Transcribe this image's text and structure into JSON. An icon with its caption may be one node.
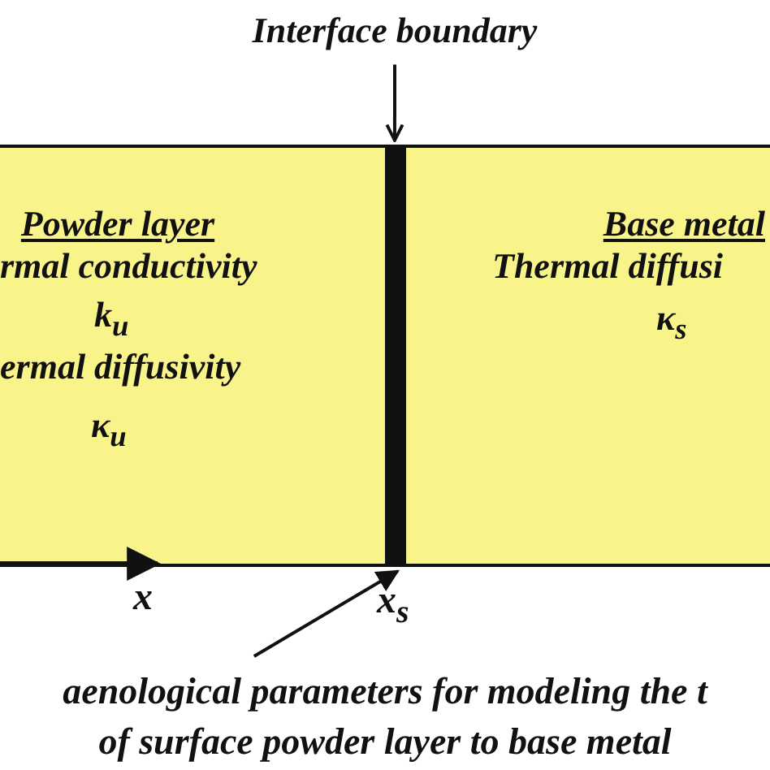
{
  "diagram": {
    "nodes": [
      {
        "text": [
          "Interface boundary"
        ]
      },
      {
        "text": [
          "Powder layer",
          "rmal conductivity",
          "k$_{u}$",
          "ermal diffusivity",
          "κ$_{u}$"
        ]
      },
      {
        "text": [],
        "shape": "bar"
      },
      {
        "text": [
          "Base metal",
          "Thermal diffusi",
          "κ$_{s}$"
        ]
      },
      {
        "text": [
          "aenological parameters for modeling the t of surface powder layer to base metal"
        ]
      }
    ],
    "edges": [
      {
        "from": 0,
        "to": 2,
        "arrow": "to"
      },
      {
        "from": 4,
        "to": 2,
        "arrow": "to"
      }
    ],
    "labels": [
      "x",
      "x$_{s}$"
    ]
  }
}
